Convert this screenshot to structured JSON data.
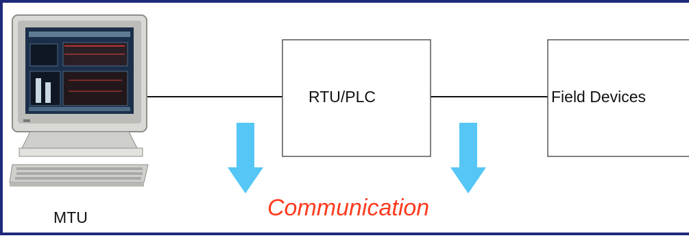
{
  "diagram": {
    "computer_label": "MTU",
    "controller_label": "RTU/PLC",
    "field_label": "Field Devices",
    "communication_label": "Communication"
  },
  "icons": {
    "computer": "desktop-computer-icon",
    "arrow": "down-arrow-icon"
  },
  "colors": {
    "frame_border": "#1f2a7a",
    "arrow": "#55c6f5",
    "communication_text": "#ff3b1f",
    "box_border": "#555555"
  }
}
